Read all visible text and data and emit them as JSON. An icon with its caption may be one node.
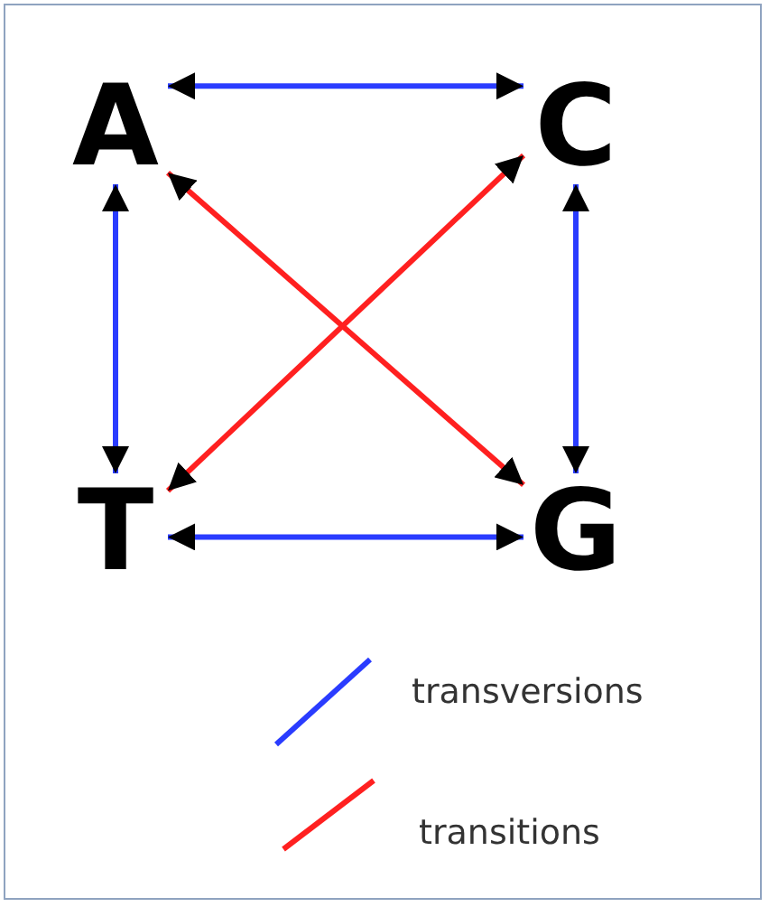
{
  "diagram": {
    "nodes": [
      {
        "text": [
          "A"
        ]
      },
      {
        "text": [
          "C"
        ]
      },
      {
        "text": [
          "T"
        ]
      },
      {
        "text": [
          "G"
        ]
      }
    ],
    "edges": [
      {
        "from": 0,
        "to": 1,
        "arrow": "both"
      },
      {
        "from": 0,
        "to": 2,
        "arrow": "both"
      },
      {
        "from": 1,
        "to": 3,
        "arrow": "both"
      },
      {
        "from": 2,
        "to": 3,
        "arrow": "both"
      },
      {
        "from": 0,
        "to": 3,
        "arrow": "both",
        "color": "#ff2020"
      },
      {
        "from": 1,
        "to": 2,
        "arrow": "both",
        "color": "#ff2020"
      }
    ],
    "legend": [
      {
        "text": "transversions",
        "color": "#2a3cff"
      },
      {
        "text": "transitions",
        "color": "#ff2020"
      }
    ]
  }
}
